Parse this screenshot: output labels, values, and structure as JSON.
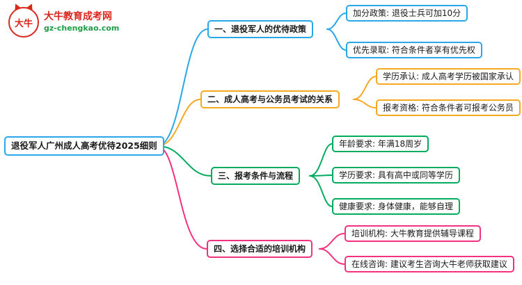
{
  "logo": {
    "brand_chars": "大牛",
    "site_name": "大牛教育成考网",
    "site_url": "gz-chengkao.com"
  },
  "root": {
    "label": "退役军人广州成人高考优待2025细则"
  },
  "colors": {
    "branch1": "#2aa7e8",
    "branch2": "#f7a823",
    "branch3": "#00ab5e",
    "branch4": "#f5317f",
    "brand_red": "#d8281e",
    "brand_green": "#1f9d45"
  },
  "branches": [
    {
      "label": "一、退役军人的优待政策",
      "children": [
        {
          "text": "加分政策: 退役士兵可加10分"
        },
        {
          "text": "优先录取: 符合条件者享有优先权"
        }
      ]
    },
    {
      "label": "二、成人高考与公务员考试的关系",
      "children": [
        {
          "text": "学历承认: 成人高考学历被国家承认"
        },
        {
          "text": "报考资格: 符合条件者可报考公务员"
        }
      ]
    },
    {
      "label": "三、报考条件与流程",
      "children": [
        {
          "text": "年龄要求: 年满18周岁"
        },
        {
          "text": "学历要求: 具有高中或同等学历"
        },
        {
          "text": "健康要求: 身体健康，能够自理"
        }
      ]
    },
    {
      "label": "四、选择合适的培训机构",
      "children": [
        {
          "text": "培训机构: 大牛教育提供辅导课程"
        },
        {
          "text": "在线咨询: 建议考生咨询大牛老师获取建议"
        }
      ]
    }
  ]
}
